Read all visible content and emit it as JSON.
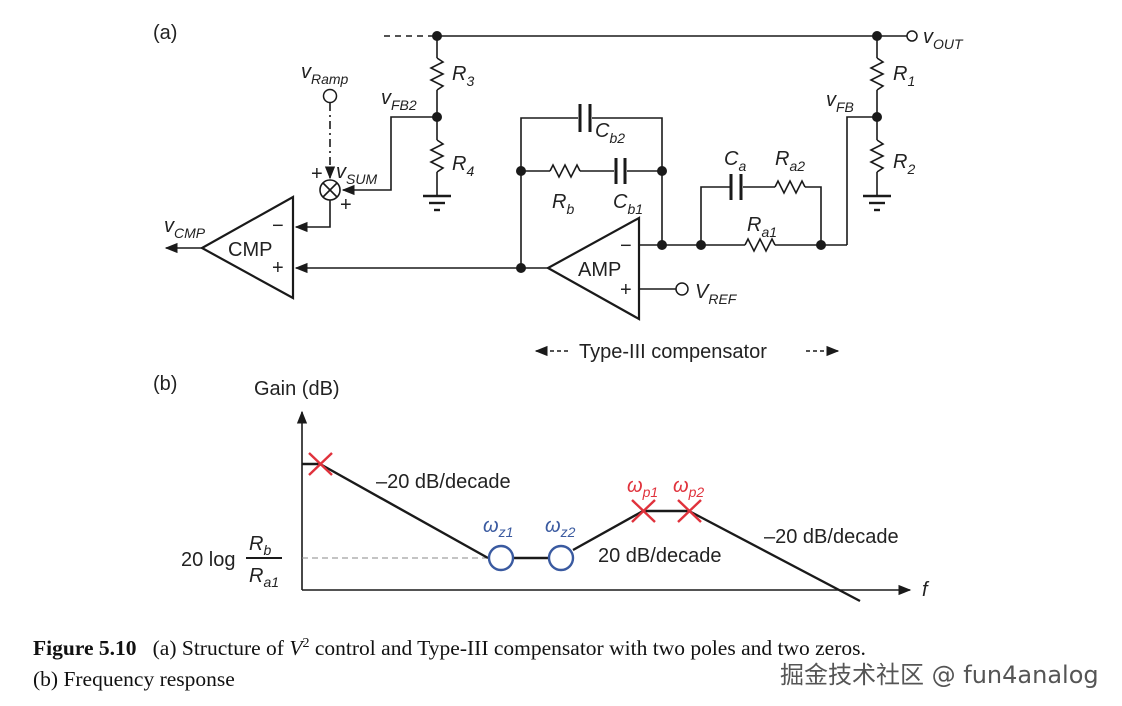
{
  "panel_a": {
    "label": "(a)",
    "nodes": {
      "v_out": {
        "main": "v",
        "sub": "OUT"
      },
      "v_fb": {
        "main": "v",
        "sub": "FB"
      },
      "v_fb2": {
        "main": "v",
        "sub": "FB2"
      },
      "v_ramp": {
        "main": "v",
        "sub": "Ramp"
      },
      "v_sum": {
        "main": "v",
        "sub": "SUM"
      },
      "v_cmp": {
        "main": "v",
        "sub": "CMP"
      },
      "v_ref": {
        "main": "V",
        "sub": "REF"
      }
    },
    "components": {
      "r1": {
        "main": "R",
        "sub": "1"
      },
      "r2": {
        "main": "R",
        "sub": "2"
      },
      "r3": {
        "main": "R",
        "sub": "3"
      },
      "r4": {
        "main": "R",
        "sub": "4"
      },
      "rb": {
        "main": "R",
        "sub": "b"
      },
      "cb1": {
        "main": "C",
        "sub": "b1"
      },
      "cb2": {
        "main": "C",
        "sub": "b2"
      },
      "ca": {
        "main": "C",
        "sub": "a"
      },
      "ra1": {
        "main": "R",
        "sub": "a1"
      },
      "ra2": {
        "main": "R",
        "sub": "a2"
      }
    },
    "blocks": {
      "comparator": "CMP",
      "amplifier": "AMP"
    },
    "signs": {
      "plus": "+",
      "minus": "−"
    },
    "compensator_label": "Type-III compensator"
  },
  "panel_b": {
    "label": "(b)",
    "y_axis_label": "Gain (dB)",
    "x_axis_label": "f",
    "gain_level": {
      "prefix": "20 log",
      "numerator": {
        "main": "R",
        "sub": "b"
      },
      "denominator": {
        "main": "R",
        "sub": "a1"
      }
    },
    "slope_labels": {
      "first": "–20 dB/decade",
      "middle": "20 dB/decade",
      "last": "–20 dB/decade"
    },
    "zeros": [
      {
        "main": "ω",
        "sub": "z1"
      },
      {
        "main": "ω",
        "sub": "z2"
      }
    ],
    "poles": [
      {
        "main": "ω",
        "sub": "p1"
      },
      {
        "main": "ω",
        "sub": "p2"
      }
    ],
    "colors": {
      "pole": "#e0323c",
      "zero": "#3a5aa0"
    }
  },
  "chart_data": {
    "type": "line",
    "title": "Frequency response",
    "xlabel": "f",
    "ylabel": "Gain (dB)",
    "x_scale": "log (qualitative)",
    "segments": [
      {
        "from": "origin pole",
        "to": "ωz1",
        "slope": "-20 dB/decade"
      },
      {
        "from": "ωz1",
        "to": "ωz2",
        "slope": "0 dB/decade",
        "level": "20 log(Rb/Ra1)"
      },
      {
        "from": "ωz2",
        "to": "ωp1",
        "slope": "+20 dB/decade"
      },
      {
        "from": "ωp1",
        "to": "ωp2",
        "slope": "0 dB/decade"
      },
      {
        "from": "ωp2",
        "to": "beyond",
        "slope": "-20 dB/decade"
      }
    ],
    "markers": [
      {
        "name": "origin pole",
        "kind": "pole"
      },
      {
        "name": "ωz1",
        "kind": "zero"
      },
      {
        "name": "ωz2",
        "kind": "zero"
      },
      {
        "name": "ωp1",
        "kind": "pole"
      },
      {
        "name": "ωp2",
        "kind": "pole"
      }
    ]
  },
  "caption": {
    "figure_number": "Figure 5.10",
    "text_a_prefix": "(a) Structure of ",
    "v_symbol": "V",
    "v_exp": "2",
    "text_a_suffix": " control and Type-III compensator with two poles and two zeros.",
    "text_b": "(b) Frequency response"
  },
  "watermark": "掘金技术社区 @ fun4analog"
}
